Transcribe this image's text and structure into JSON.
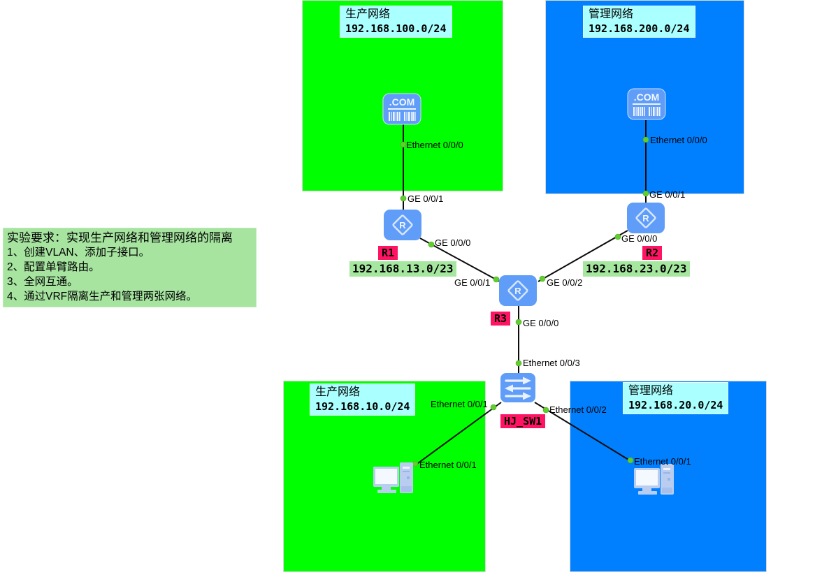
{
  "regions": {
    "prod_top": {
      "title": "生产网络",
      "subnet": "192.168.100.0/24"
    },
    "mgmt_top": {
      "title": "管理网络",
      "subnet": "192.168.200.0/24"
    },
    "prod_bottom": {
      "title": "生产网络",
      "subnet": "192.168.10.0/24"
    },
    "mgmt_bottom": {
      "title": "管理网络",
      "subnet": "192.168.20.0/24"
    }
  },
  "requirements": {
    "title": "实验要求：实现生产网络和管理网络的隔离",
    "items": [
      "1、创建VLAN、添加子接口。",
      "2、配置单臂路由。",
      "3、全网互通。",
      "4、通过VRF隔离生产和管理两张网络。"
    ]
  },
  "names": {
    "r1": "R1",
    "r2": "R2",
    "r3": "R3",
    "sw": "HJ_SW1"
  },
  "subnets": {
    "r1_r3": "192.168.13.0/23",
    "r2_r3": "192.168.23.0/23"
  },
  "labels": {
    "srv_prod_if": "Ethernet 0/0/0",
    "srv_mgmt_if": "Ethernet 0/0/0",
    "r1_up": "GE 0/0/1",
    "r1_down": "GE 0/0/0",
    "r2_up": "GE 0/0/1",
    "r2_down": "GE 0/0/0",
    "r3_left": "GE 0/0/1",
    "r3_right": "GE 0/0/2",
    "r3_down": "GE 0/0/0",
    "sw_up": "Ethernet 0/0/3",
    "sw_left": "Ethernet 0/0/1",
    "sw_right": "Ethernet 0/0/2",
    "pc_prod_if": "Ethernet 0/0/1",
    "pc_mgmt_if": "Ethernet 0/0/1"
  },
  "icons": {
    "router_letter": "R",
    "server_text": ".COM"
  },
  "colors": {
    "production_region": "#00ff00",
    "management_region": "#0080ff",
    "label_chip_cyan": "#aaffff",
    "subnet_chip_green": "#a6e7a0",
    "name_chip_pink": "#ff1464",
    "device_blue": "#5f9df9",
    "link_black": "#0b0b0b",
    "port_dot_green": "#61cd2e"
  }
}
